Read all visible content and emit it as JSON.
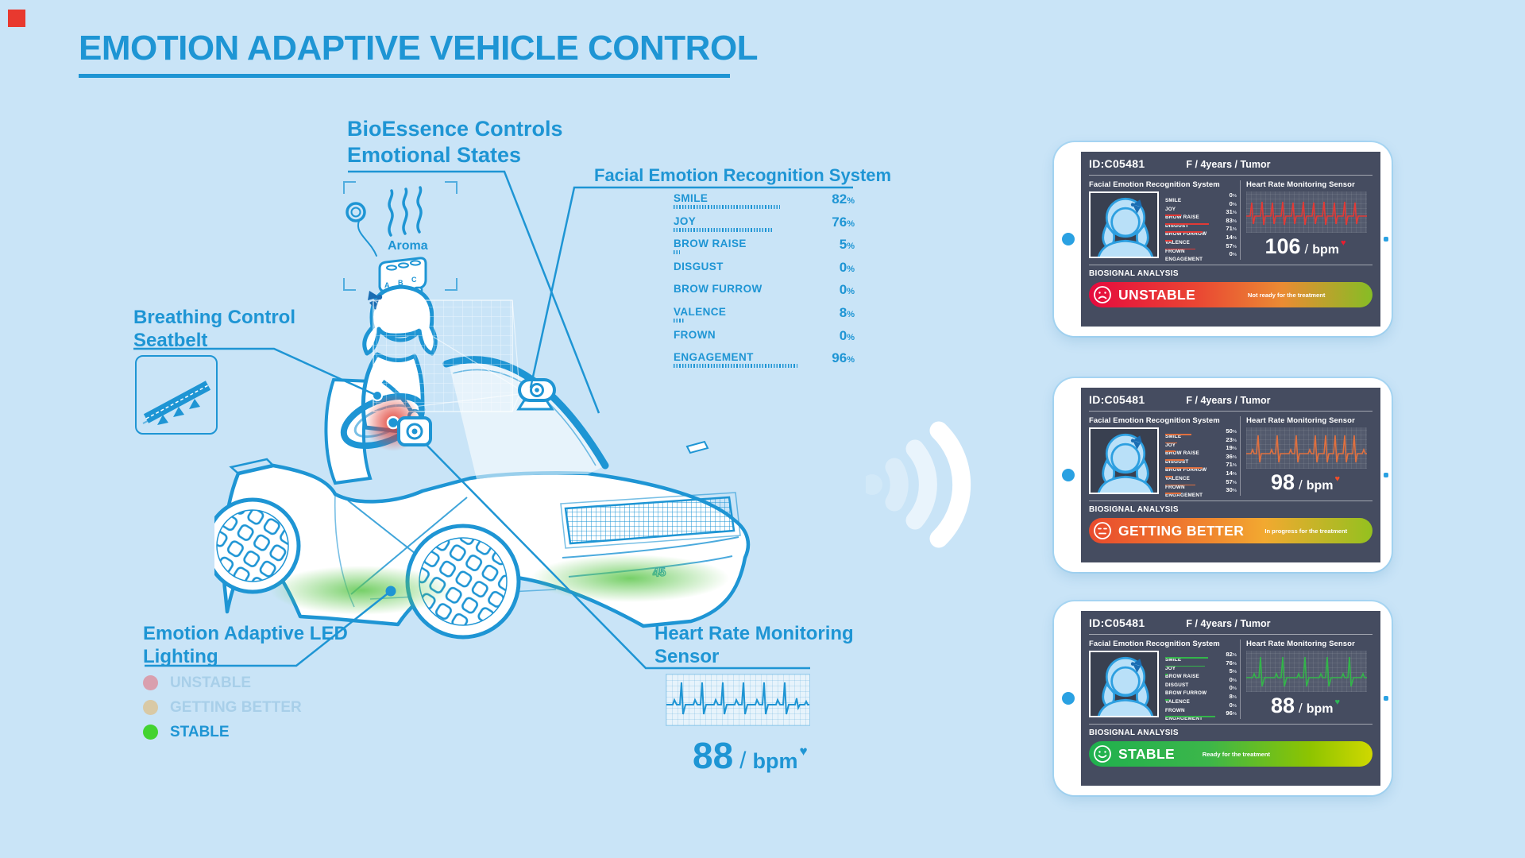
{
  "colors": {
    "bg": "#c9e4f7",
    "accent": "#1e95d4",
    "accent-dark": "#1a6db3",
    "faded": "#a8cfe9",
    "screen": "#454c60",
    "glow-green": "#5ec74d",
    "glow-red": "#e03a2f",
    "status-unstable": "#e50a3e",
    "status-better": "#f0862f",
    "status-stable": "#2fb44b"
  },
  "title": "EMOTION ADAPTIVE VEHICLE CONTROL",
  "misc": {
    "percent": "%",
    "slash": "/",
    "bpm": "bpm",
    "heart": "♥"
  },
  "callouts": {
    "bioessence": {
      "line1": "BioEssence Controls",
      "line2": "Emotional States",
      "aroma_label": "Aroma",
      "slot_a": "A",
      "slot_b": "B",
      "slot_c": "C"
    },
    "facial": {
      "title": "Facial Emotion Recognition System"
    },
    "seatbelt": {
      "line1": "Breathing Control",
      "line2": "Seatbelt"
    },
    "led": {
      "line1": "Emotion Adaptive LED",
      "line2": "Lighting",
      "legend": [
        {
          "label": "UNSTABLE",
          "dot": "#d99fae"
        },
        {
          "label": "GETTING BETTER",
          "dot": "#d9c9a5"
        },
        {
          "label": "STABLE",
          "dot": "#43d330"
        }
      ]
    },
    "heart": {
      "line1": "Heart Rate Monitoring",
      "line2": "Sensor",
      "bpm": "88"
    }
  },
  "emotion_table": {
    "rows": [
      {
        "label": "SMILE",
        "value": 82
      },
      {
        "label": "JOY",
        "value": 76
      },
      {
        "label": "BROW RAISE",
        "value": 5
      },
      {
        "label": "DISGUST",
        "value": 0
      },
      {
        "label": "BROW FURROW",
        "value": 0
      },
      {
        "label": "VALENCE",
        "value": 8
      },
      {
        "label": "FROWN",
        "value": 0
      },
      {
        "label": "ENGAGEMENT",
        "value": 96
      }
    ]
  },
  "tablets": [
    {
      "id": "ID:C05481",
      "patient": "F / 4years / Tumor",
      "facial_title": "Facial Emotion Recognition System",
      "heart_title": "Heart Rate Monitoring Sensor",
      "bpm": "106",
      "analysis": "BIOSIGNAL ANALYSIS",
      "status": "UNSTABLE",
      "note": "Not ready for the treatment",
      "theme_color": "#e23a36",
      "heart_color": "#ed1c2e",
      "stats": [
        {
          "label": "SMILE",
          "value": 0
        },
        {
          "label": "JOY",
          "value": 0
        },
        {
          "label": "BROW RAISE",
          "value": 31
        },
        {
          "label": "DISGUST",
          "value": 83
        },
        {
          "label": "BROW FURROW",
          "value": 71
        },
        {
          "label": "VALENCE",
          "value": 14
        },
        {
          "label": "FROWN",
          "value": 57
        },
        {
          "label": "ENGAGEMENT",
          "value": 0
        }
      ]
    },
    {
      "id": "ID:C05481",
      "patient": "F / 4years / Tumor",
      "facial_title": "Facial Emotion Recognition System",
      "heart_title": "Heart Rate Monitoring Sensor",
      "bpm": "98",
      "analysis": "BIOSIGNAL ANALYSIS",
      "status": "GETTING BETTER",
      "note": "In progress for the treatment",
      "theme_color": "#e0703f",
      "heart_color": "#ef4e2b",
      "stats": [
        {
          "label": "SMILE",
          "value": 50
        },
        {
          "label": "JOY",
          "value": 23
        },
        {
          "label": "BROW RAISE",
          "value": 19
        },
        {
          "label": "DISGUST",
          "value": 36
        },
        {
          "label": "BROW FURROW",
          "value": 71
        },
        {
          "label": "VALENCE",
          "value": 14
        },
        {
          "label": "FROWN",
          "value": 57
        },
        {
          "label": "ENGAGEMENT",
          "value": 30
        }
      ]
    },
    {
      "id": "ID:C05481",
      "patient": "F / 4years / Tumor",
      "facial_title": "Facial Emotion Recognition System",
      "heart_title": "Heart Rate Monitoring Sensor",
      "bpm": "88",
      "analysis": "BIOSIGNAL ANALYSIS",
      "status": "STABLE",
      "note": "Ready for the treatment",
      "theme_color": "#33b54a",
      "heart_color": "#2eb757",
      "stats": [
        {
          "label": "SMILE",
          "value": 82
        },
        {
          "label": "JOY",
          "value": 76
        },
        {
          "label": "BROW RAISE",
          "value": 5
        },
        {
          "label": "DISGUST",
          "value": 0
        },
        {
          "label": "BROW FURROW",
          "value": 0
        },
        {
          "label": "VALENCE",
          "value": 8
        },
        {
          "label": "FROWN",
          "value": 0
        },
        {
          "label": "ENGAGEMENT",
          "value": 96
        }
      ]
    }
  ]
}
